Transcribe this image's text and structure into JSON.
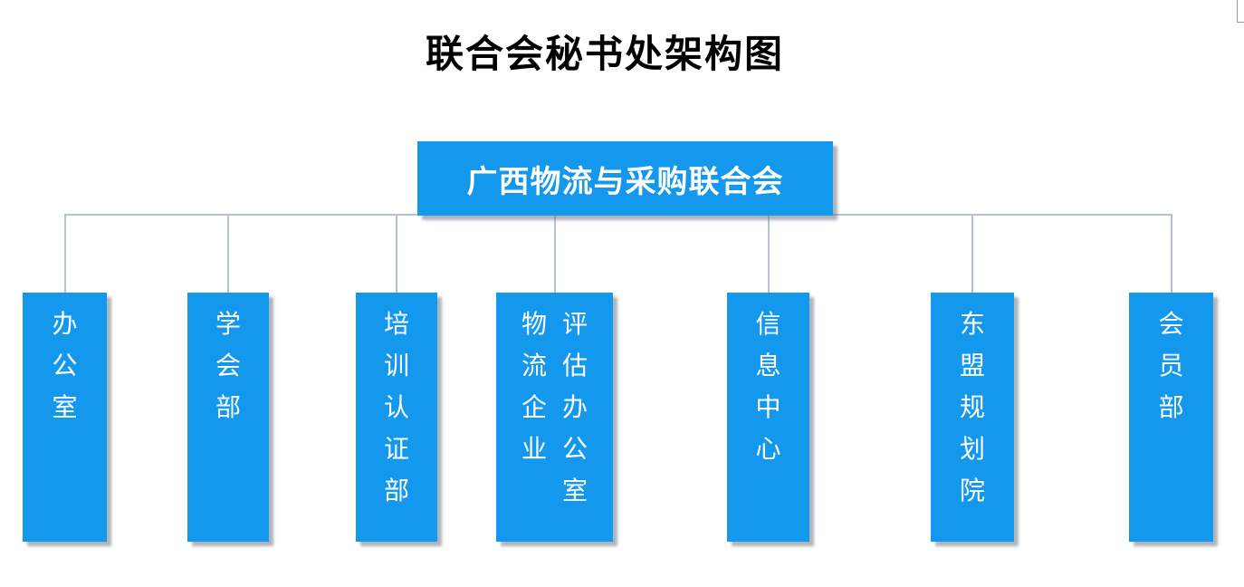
{
  "title": "联合会秘书处架构图",
  "root": {
    "label": "广西物流与采购联合会"
  },
  "departments": [
    {
      "name": "office",
      "label": "办公室",
      "columns": [
        "办公室"
      ]
    },
    {
      "name": "society-department",
      "label": "学会部",
      "columns": [
        "学会部"
      ]
    },
    {
      "name": "training-certification-department",
      "label": "培训认证部",
      "columns": [
        "培训认证部"
      ]
    },
    {
      "name": "logistics-enterprise-evaluation-office",
      "label": "物流企业评估办公室",
      "columns": [
        "物流企业",
        "评估办公室"
      ]
    },
    {
      "name": "information-center",
      "label": "信息中心",
      "columns": [
        "信息中心"
      ]
    },
    {
      "name": "asean-planning-institute",
      "label": "东盟规划院",
      "columns": [
        "东盟规划院"
      ]
    },
    {
      "name": "membership-department",
      "label": "会员部",
      "columns": [
        "会员部"
      ]
    }
  ],
  "colors": {
    "box_fill": "#1498EE",
    "box_text": "#ffffff",
    "connector_line": "#AFC4D9",
    "title_text": "#000000",
    "frame_gray": "#999999"
  }
}
